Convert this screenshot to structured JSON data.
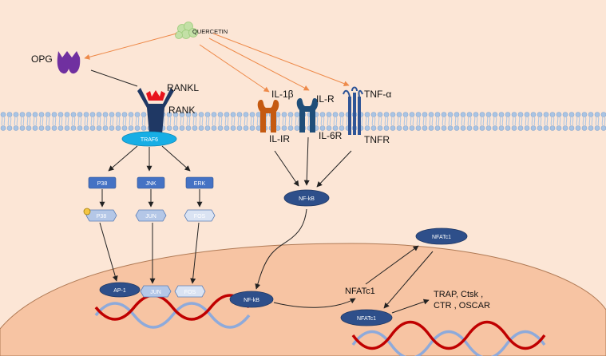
{
  "compound": {
    "label": "QUERCETIN"
  },
  "receptors": {
    "opg": "OPG",
    "rankl": "RANKL",
    "rank": "RANK",
    "il1b": "IL-1β",
    "ilr": "IL-R",
    "tnfa": "TNF-α",
    "il1r": "IL-IR",
    "il6r": "IL-6R",
    "tnfr": "TNFR"
  },
  "adaptor": {
    "traf6": "TRAF6"
  },
  "kinases": {
    "p38": "P38",
    "jnk": "JNK",
    "erk": "ERK"
  },
  "phospho": {
    "p38": "P38",
    "jun": "JUN",
    "fos": "FOS"
  },
  "nucleus": {
    "ap1": "AP-1",
    "jun": "JUN",
    "fos": "FOS",
    "nfkb": "NF-kB",
    "nfatc1_free": "NFATc1",
    "nfatc1_bound": "NFATc1"
  },
  "cytoplasm": {
    "nfkb": "NF-kB",
    "nfatc1": "NFATc1"
  },
  "targets": {
    "line1": "TRAP, Ctsk ,",
    "line2": "CTR , OSCAR"
  },
  "colors": {
    "background": "#fce6d6",
    "nucleus": "#f7c4a3",
    "membrane": "#a9c4e4",
    "dark_blue": "#2e4f8a",
    "traf6": "#17aee5",
    "kinase_box": "#4472c4",
    "orange_arrow": "#ee8a4a",
    "opg": "#7030a0",
    "rankl": "#e8141c",
    "il1r": "#c55a11",
    "dna_red": "#c00000",
    "dna_blue": "#8eaadb"
  }
}
